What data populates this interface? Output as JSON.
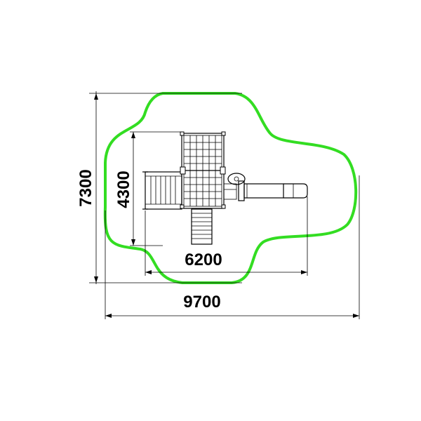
{
  "diagram": {
    "dimensions": {
      "overall_width": "9700",
      "overall_height": "7300",
      "structure_width": "6200",
      "structure_height": "4300"
    },
    "colors": {
      "safety_zone": "#33dd22",
      "lines": "#000000",
      "background": "#ffffff"
    }
  }
}
